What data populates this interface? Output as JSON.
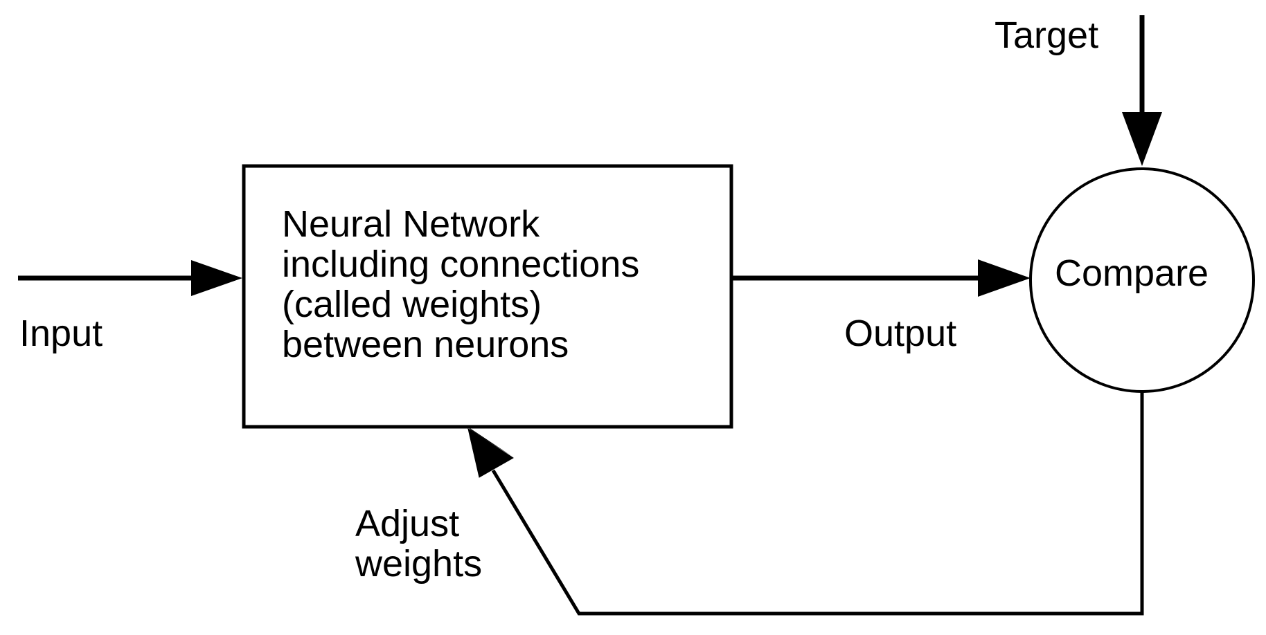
{
  "diagram": {
    "input_label": "Input",
    "output_label": "Output",
    "target_label": "Target",
    "compare_label": "Compare",
    "network_box_lines": [
      "Neural Network",
      "including connections",
      "(called weights)",
      "between neurons"
    ],
    "adjust_lines": [
      "Adjust",
      "weights"
    ],
    "line_color": "#000000",
    "background_color": "#ffffff"
  }
}
